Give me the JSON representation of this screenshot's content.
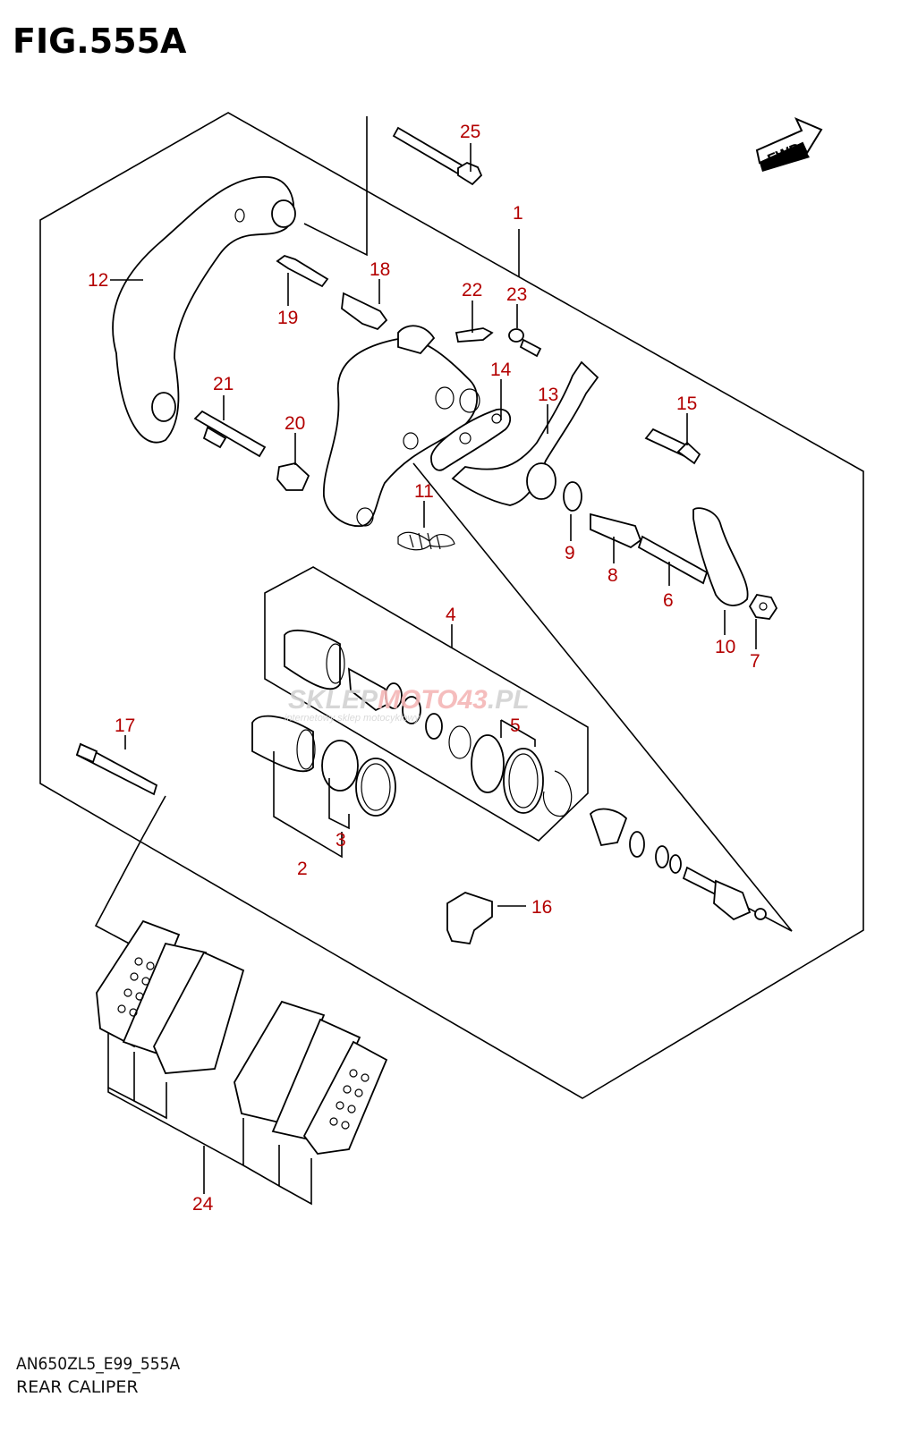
{
  "figure": {
    "title": "FIG.555A",
    "code": "AN650ZL5_E99_555A",
    "name": "REAR CALIPER",
    "fwd_label": "FWD"
  },
  "watermark": {
    "brand_part1": "SKLEP",
    "brand_part2": "MOTO",
    "brand_part3": "43",
    "brand_part4": ".PL",
    "tagline": "internetowy sklep motocyklowy"
  },
  "callouts": [
    "1",
    "2",
    "3",
    "4",
    "5",
    "6",
    "7",
    "8",
    "9",
    "10",
    "11",
    "12",
    "13",
    "14",
    "15",
    "16",
    "17",
    "18",
    "19",
    "20",
    "21",
    "22",
    "23",
    "24",
    "25"
  ],
  "colors": {
    "callout": "#b30000",
    "line": "#000000",
    "watermark_gray": "#d0d0d0",
    "watermark_red": "#f3b8b8"
  }
}
